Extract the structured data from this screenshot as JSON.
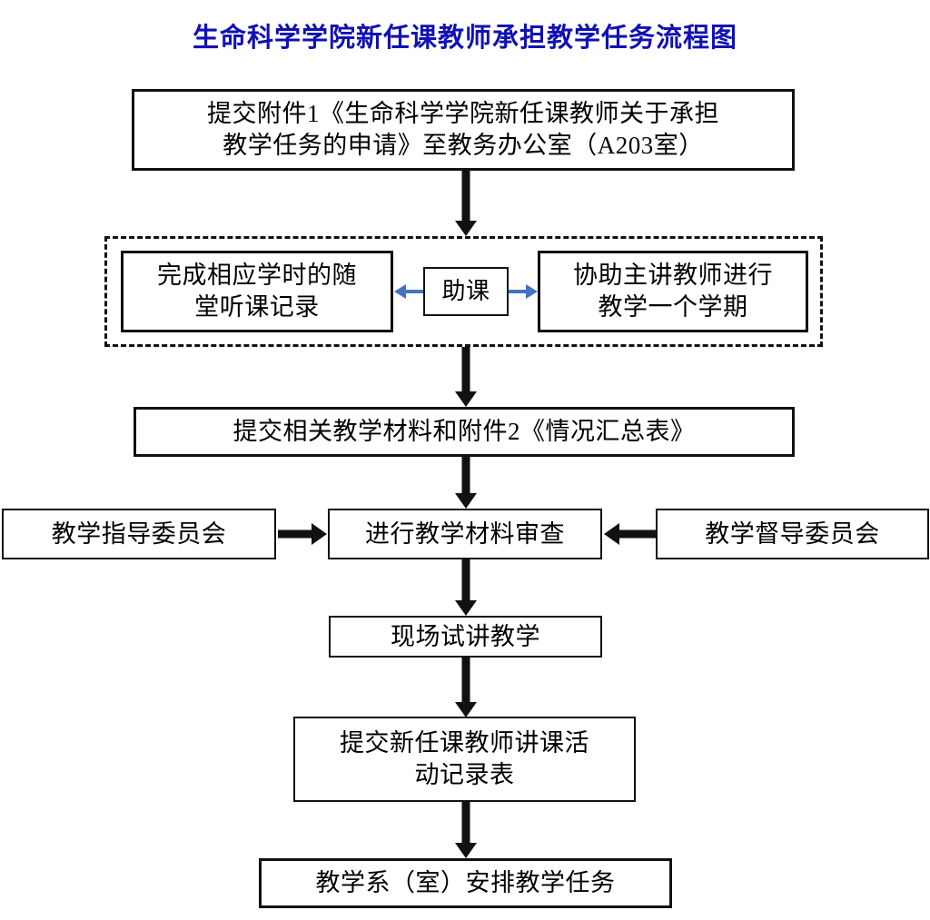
{
  "page": {
    "title": "生命科学学院新任课教师承担教学任务流程图",
    "title_color": "#1111b5",
    "background": "#ffffff",
    "arrow_color": "#111111",
    "blue_arrow_color": "#4472c4"
  },
  "nodes": {
    "submit_application": "提交附件1《生命科学学院新任课教师关于承担\n教学任务的申请》至教务办公室（A203室）",
    "listening_record": "完成相应学时的随\n堂听课记录",
    "assist_label": "助课",
    "assist_teaching": "协助主讲教师进行\n教学一个学期",
    "submit_materials": "提交相关教学材料和附件2《情况汇总表》",
    "guidance_committee": "教学指导委员会",
    "material_review": "进行教学材料审查",
    "supervision_committee": "教学督导委员会",
    "trial_lecture": "现场试讲教学",
    "submit_record_form": "提交新任课教师讲课活\n动记录表",
    "arrange_task": "教学系（室）安排教学任务"
  },
  "connectors": {
    "application_to_group": "down-arrow",
    "group_to_materials": "down-arrow",
    "materials_to_review": "down-arrow",
    "guidance_to_review": "right-arrow",
    "supervision_to_review": "left-arrow",
    "review_to_trial": "down-arrow",
    "trial_to_record": "down-arrow",
    "record_to_arrange": "down-arrow",
    "assist_to_listening": "blue-left-arrow",
    "assist_to_teaching": "blue-right-arrow"
  }
}
